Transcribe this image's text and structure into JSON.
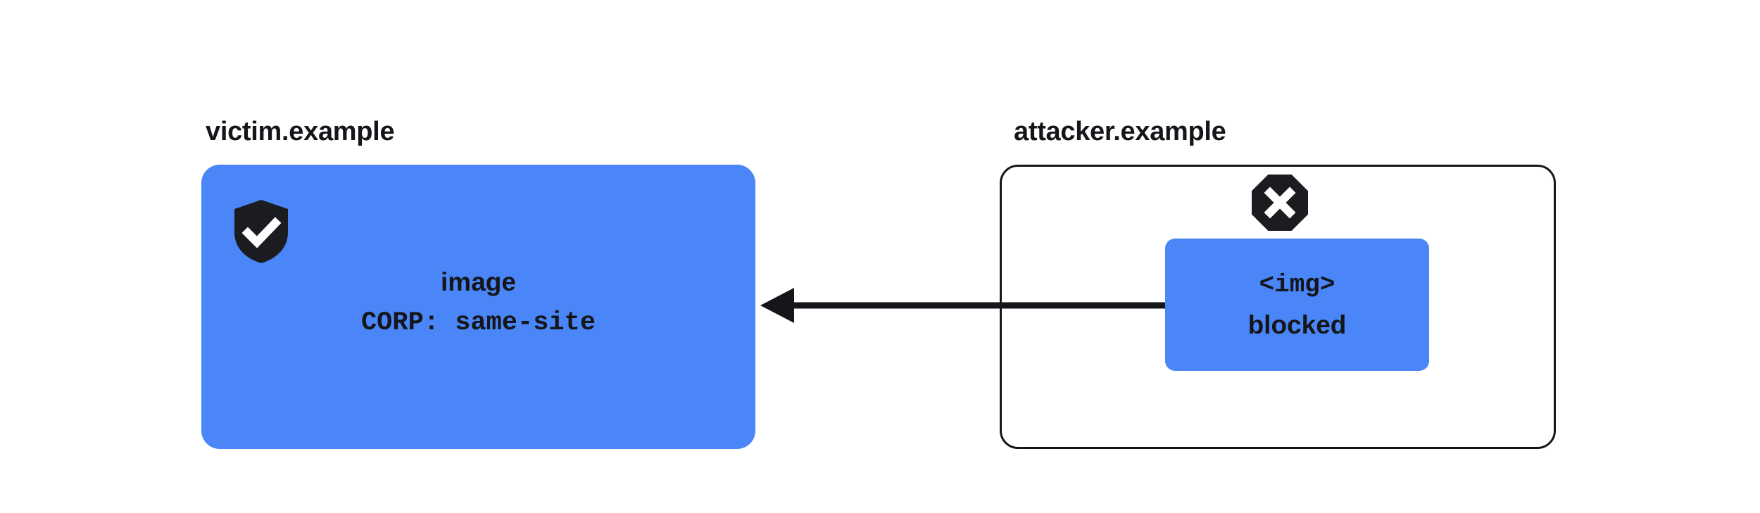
{
  "diagram": {
    "title_victim": "victim.example",
    "title_attacker": "attacker.example",
    "colors": {
      "resource_blue": "#4a86f7",
      "ink": "#14161a",
      "background": "#ffffff"
    },
    "victim": {
      "label": "victim.example",
      "status_icon": "shield-check-icon",
      "resource_name": "image",
      "resource_header": "CORP: same-site"
    },
    "attacker": {
      "label": "attacker.example",
      "status_icon": "stop-x-icon",
      "request_tag": "<img>",
      "request_state": "blocked"
    },
    "arrow": {
      "name": "blocked-request-arrow",
      "direction": "right-to-left",
      "from": "attacker.example",
      "to": "victim.example",
      "label": ""
    }
  }
}
